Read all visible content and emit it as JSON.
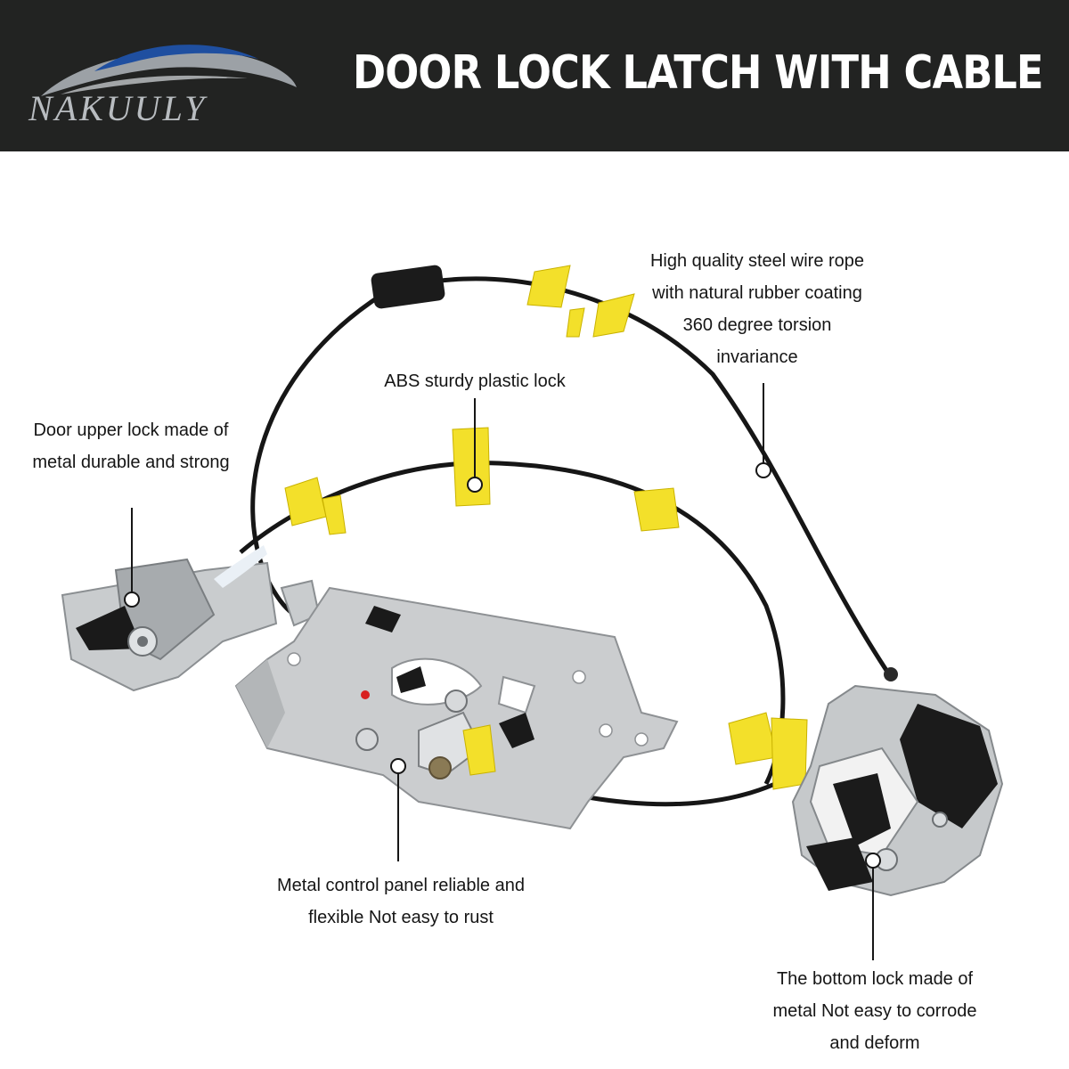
{
  "header": {
    "brand": "NAKUULY",
    "title": "DOOR LOCK LATCH WITH CABLE"
  },
  "callouts": {
    "cable": [
      "High quality steel wire rope",
      "with natural rubber coating",
      "360 degree torsion",
      "invariance"
    ],
    "abs": [
      "ABS sturdy plastic lock"
    ],
    "upper": [
      "Door upper lock made of",
      "metal durable and strong"
    ],
    "panel": [
      "Metal control panel reliable and",
      "flexible Not easy to rust"
    ],
    "bottom": [
      "The bottom lock made of",
      "metal Not easy to corrode",
      "and deform"
    ]
  },
  "colors": {
    "header_bg": "#222322",
    "logo_blue": "#1f4fa0",
    "clip_yellow": "#f3e02a",
    "metal": "#c9ccce",
    "cable": "#161616"
  },
  "icons": [
    "car-swoosh-logo-icon",
    "upper-lock-icon",
    "control-panel-icon",
    "bottom-lock-icon",
    "cable-icon",
    "clip-icon"
  ]
}
